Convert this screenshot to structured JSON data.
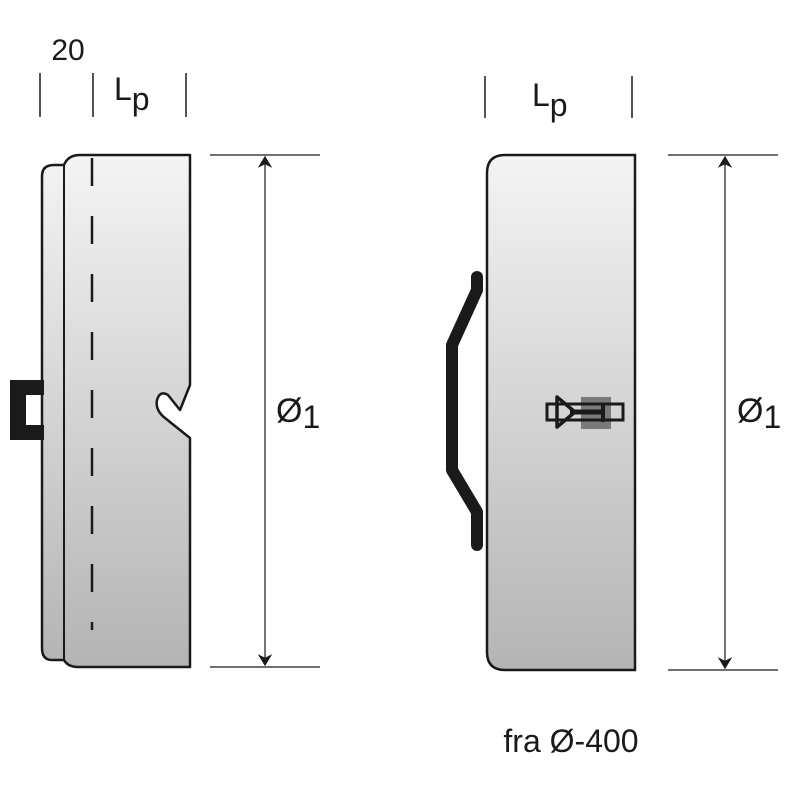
{
  "left_view": {
    "dim_width": "20",
    "dim_length_main": "L",
    "dim_length_sub": "p",
    "dim_diameter_main": "Ø",
    "dim_diameter_sub": "1"
  },
  "right_view": {
    "dim_length_main": "L",
    "dim_length_sub": "p",
    "dim_diameter_main": "Ø",
    "dim_diameter_sub": "1",
    "caption": "fra Ø-400"
  },
  "colors": {
    "line": "#1a1a1a",
    "fill_top": "#f4f4f4",
    "fill_bottom": "#b4b4b4",
    "bolt_block": "#7a7a7a"
  }
}
